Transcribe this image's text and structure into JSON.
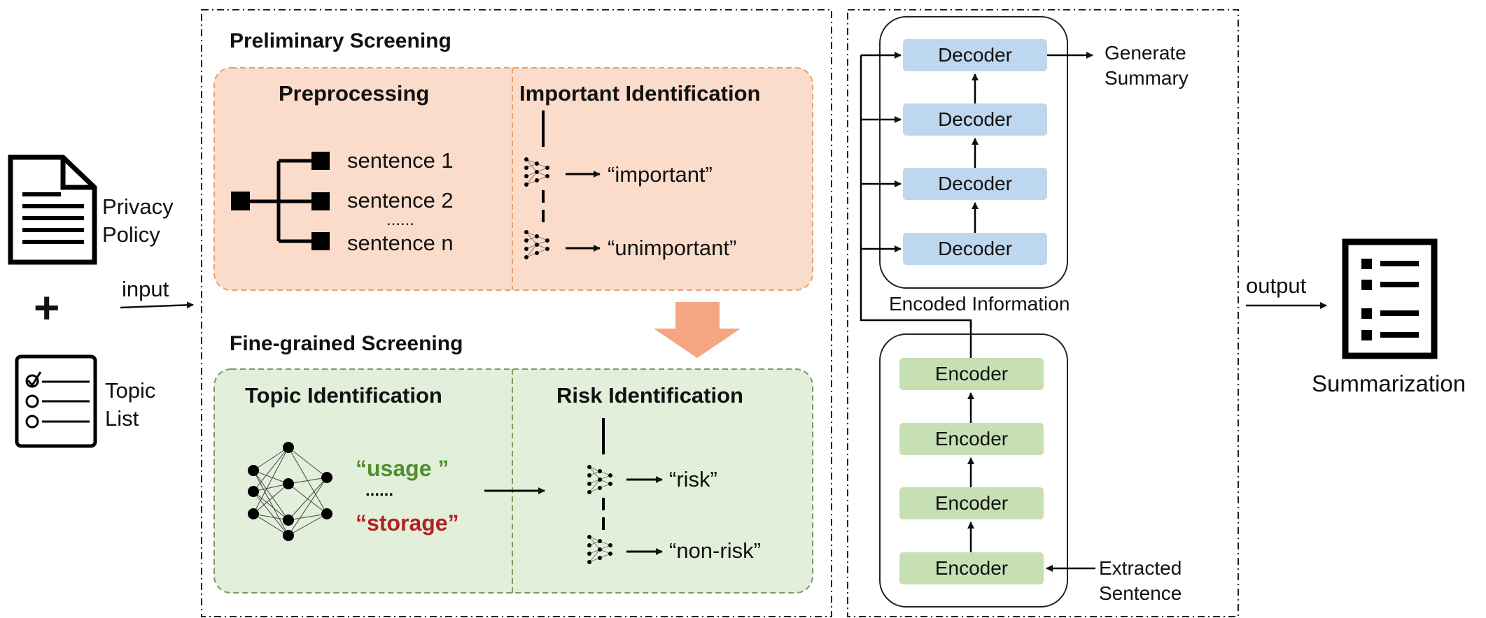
{
  "input": {
    "doc_label_1": "Privacy",
    "doc_label_2": "Policy",
    "plus": "+",
    "topic_label_1": "Topic",
    "topic_label_2": "List",
    "arrow_label": "input"
  },
  "preliminary": {
    "title": "Preliminary Screening",
    "preprocessing_title": "Preprocessing",
    "sentences": [
      "sentence 1",
      "sentence 2",
      "......",
      "sentence n"
    ],
    "important_title": "Important Identification",
    "important": "“important”",
    "unimportant": "“unimportant”"
  },
  "fine": {
    "title": "Fine-grained Screening",
    "topic_title": "Topic Identification",
    "usage": "“usage ”",
    "dots": "......",
    "storage": "“storage”",
    "risk_title": "Risk Identification",
    "risk": "“risk”",
    "nonrisk": "“non-risk”"
  },
  "model": {
    "decoders": [
      "Decoder",
      "Decoder",
      "Decoder",
      "Decoder"
    ],
    "encoders": [
      "Encoder",
      "Encoder",
      "Encoder",
      "Encoder"
    ],
    "generate_1": "Generate",
    "generate_2": "Summary",
    "encoded_info": "Encoded Information",
    "extracted_1": "Extracted",
    "extracted_2": "Sentence"
  },
  "output": {
    "arrow_label": "output",
    "summary_label": "Summarization"
  },
  "colors": {
    "prelim_fill": "#fbdccb",
    "prelim_border": "#e8a06e",
    "fine_fill": "#e2efda",
    "fine_border": "#7a9a5f",
    "decoder_fill": "#bdd7ee",
    "encoder_fill": "#c6e0b4",
    "arrow_fill": "#f4a582",
    "usage_color": "#4f8f2e",
    "storage_color": "#b22222"
  }
}
